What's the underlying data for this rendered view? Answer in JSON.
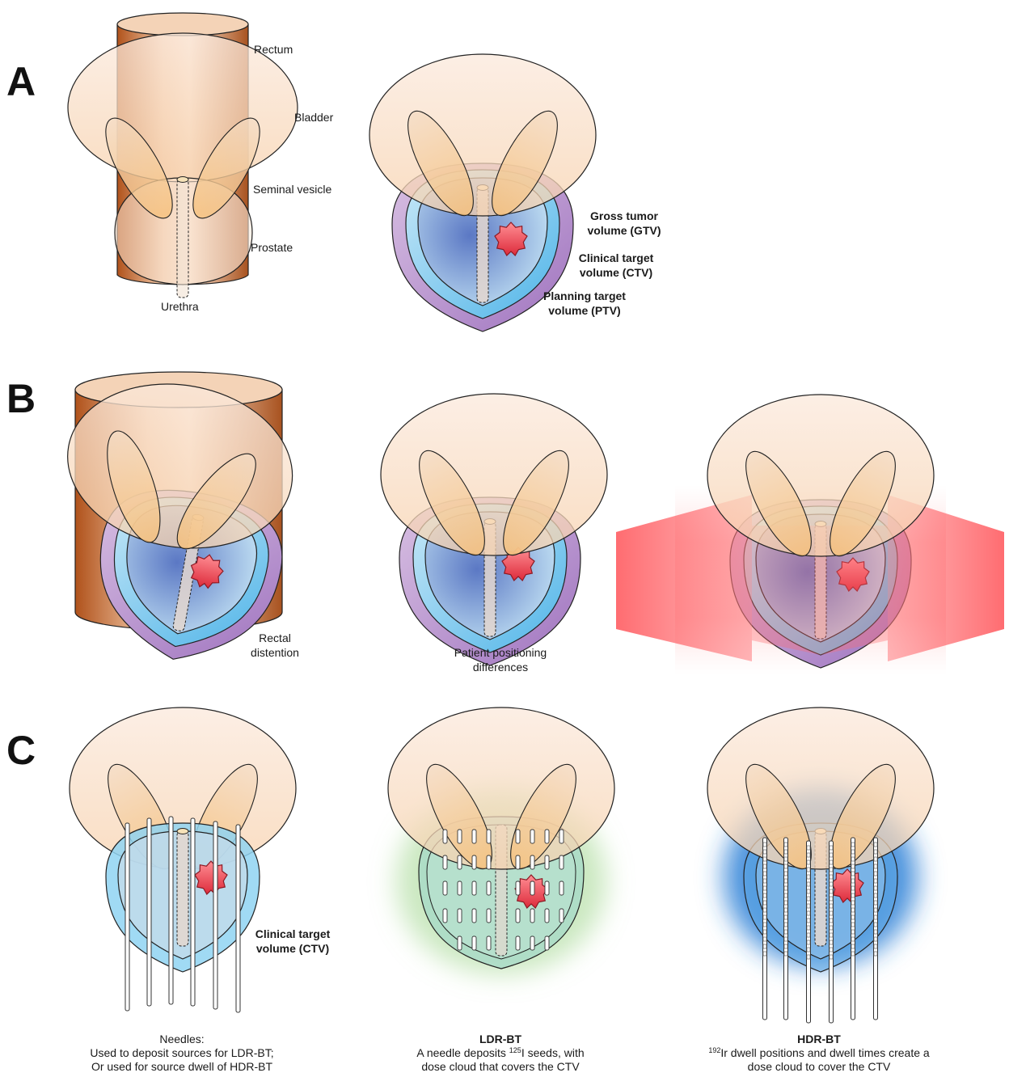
{
  "panels": {
    "a": "A",
    "b": "B",
    "c": "C"
  },
  "panel_a": {
    "rectum": "Rectum",
    "bladder": "Bladder",
    "seminal_vesicle": "Seminal vesicle",
    "prostate": "Prostate",
    "urethra": "Urethra",
    "gtv": [
      "Gross tumor",
      "volume (GTV)"
    ],
    "ctv": [
      "Clinical target",
      "volume (CTV)"
    ],
    "ptv": [
      "Planning target",
      "volume (PTV)"
    ]
  },
  "panel_b": {
    "rectal": [
      "Rectal",
      "distention"
    ],
    "positioning": [
      "Patient positioning",
      "differences"
    ]
  },
  "panel_c": {
    "ctv": [
      "Clinical target",
      "volume (CTV)"
    ],
    "needles": [
      "Needles:",
      "Used to deposit sources for LDR-BT;",
      "Or used for source dwell of HDR-BT"
    ],
    "ldr_title": "LDR-BT",
    "ldr_line1": {
      "pre": "A needle deposits ",
      "sup": "125",
      "post": "I seeds, with"
    },
    "ldr_line2": "dose cloud that covers the CTV",
    "hdr_title": "HDR-BT",
    "hdr_line1": {
      "sup": "192",
      "post": "Ir dwell positions and dwell times create a"
    },
    "hdr_line2": "dose cloud to cover the CTV"
  },
  "colors": {
    "gtv": "#e8191f",
    "ctv": "#1ba8e0",
    "ptv": "#7b3f98",
    "rectum": "#b5561c"
  }
}
